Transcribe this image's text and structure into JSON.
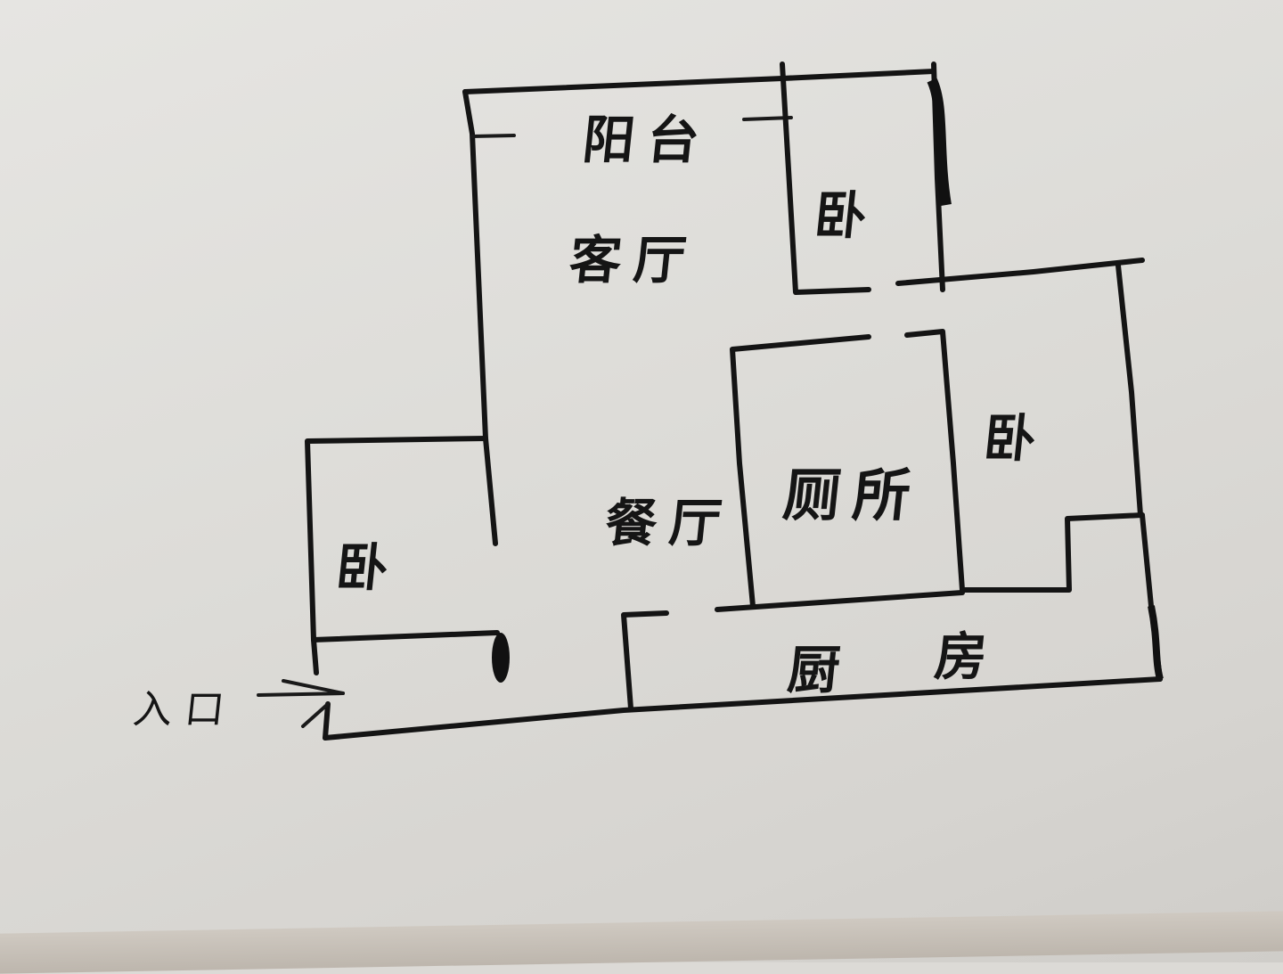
{
  "plan": {
    "rooms": {
      "balcony": "阳台",
      "living_room": "客厅",
      "bedroom_top": "卧",
      "bedroom_left": "卧",
      "bedroom_right": "卧",
      "dining_room": "餐厅",
      "toilet": "厕所",
      "kitchen_left": "厨",
      "kitchen_right": "房"
    },
    "entrance": "入口"
  },
  "colors": {
    "ink": "#141414",
    "paper": "#e2e1dd"
  }
}
